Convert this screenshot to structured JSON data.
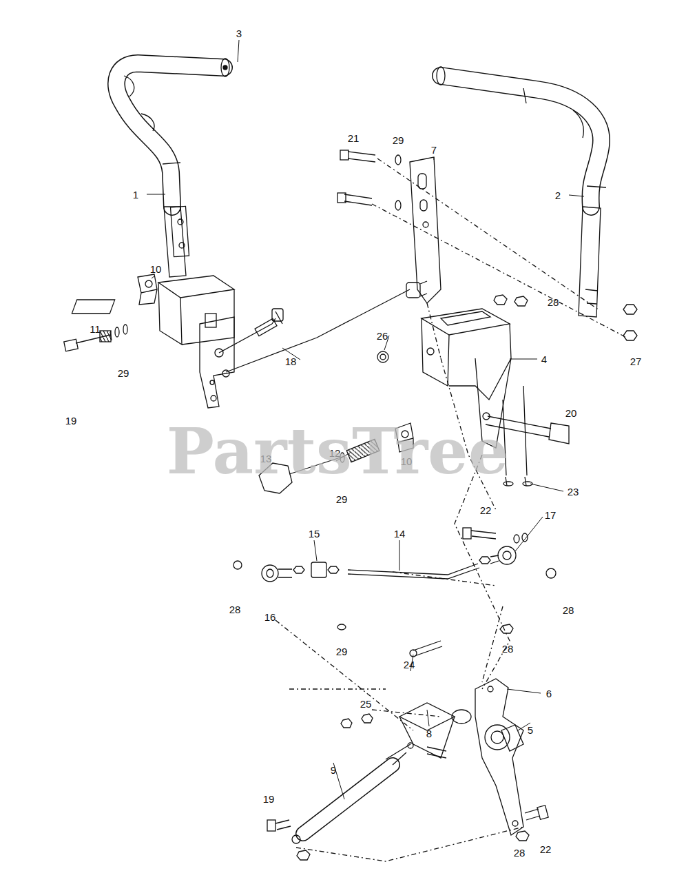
{
  "diagram": {
    "labels": [
      "3",
      "21",
      "29",
      "7",
      "1",
      "2",
      "10",
      "28",
      "11",
      "26",
      "4",
      "27",
      "29",
      "18",
      "19",
      "20",
      "12",
      "13",
      "10",
      "29",
      "23",
      "22",
      "17",
      "15",
      "14",
      "28",
      "16",
      "28",
      "29",
      "28",
      "24",
      "6",
      "25",
      "5",
      "8",
      "9",
      "19",
      "22",
      "28",
      "PartsTree"
    ]
  }
}
